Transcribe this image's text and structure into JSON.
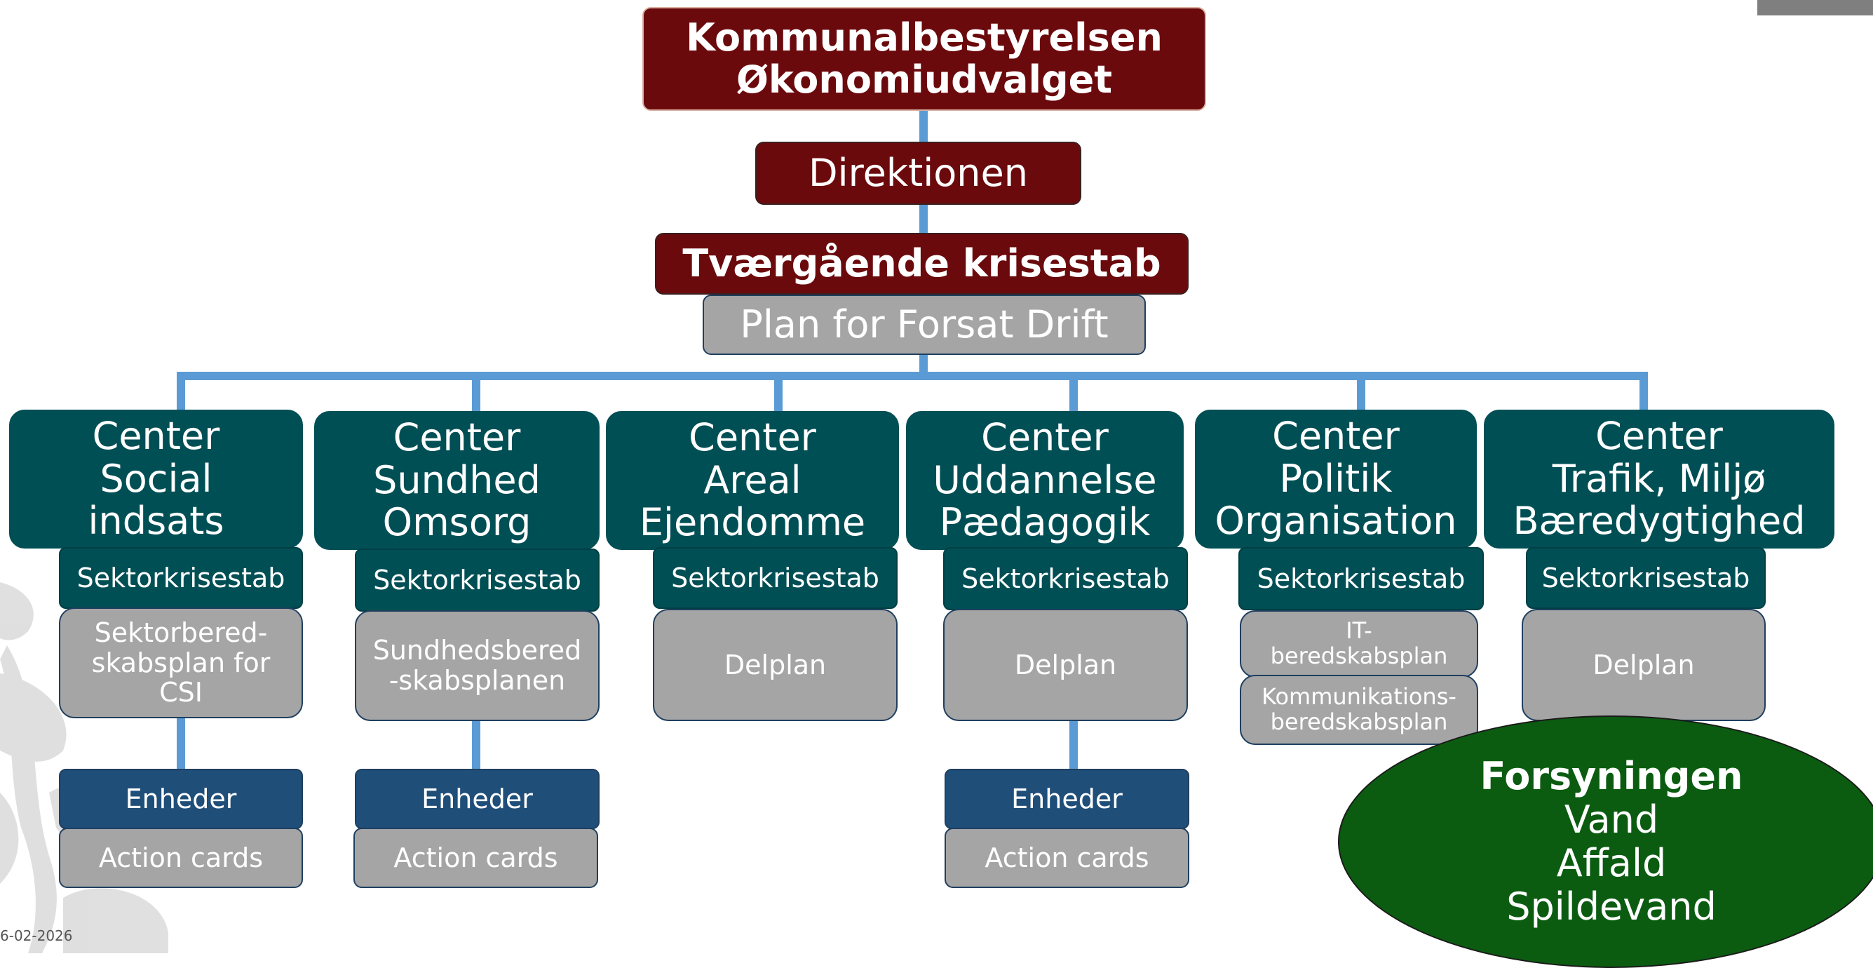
{
  "top": {
    "title": "Kommunalbestyrelsen\nØkonomiudvalget"
  },
  "direktion": {
    "label": "Direktionen"
  },
  "krisestab": {
    "label": "Tværgående krisestab"
  },
  "plan": {
    "label": "Plan for Forsat Drift"
  },
  "centers": [
    {
      "title": "Center\nSocial\nindsats",
      "stab": "Sektorkrisestab",
      "plan": "Sektorbered-\nskabsplan for\nCSI",
      "enheder": "Enheder",
      "action": "Action cards"
    },
    {
      "title": "Center\nSundhed\nOmsorg",
      "stab": "Sektorkrisestab",
      "plan": "Sundhedsbered\n-skabsplanen",
      "enheder": "Enheder",
      "action": "Action cards"
    },
    {
      "title": "Center\nAreal\nEjendomme",
      "stab": "Sektorkrisestab",
      "plan": "Delplan"
    },
    {
      "title": "Center\nUddannelse\nPædagogik",
      "stab": "Sektorkrisestab",
      "plan": "Delplan",
      "enheder": "Enheder",
      "action": "Action cards"
    },
    {
      "title": "Center\nPolitik\nOrganisation",
      "stab": "Sektorkrisestab",
      "plan": "IT-\nberedskabsplan",
      "plan2": "Kommunikations-\nberedskabsplan"
    },
    {
      "title": "Center\nTrafik, Miljø\nBæredygtighed",
      "stab": "Sektorkrisestab",
      "plan": "Delplan"
    }
  ],
  "forsyning": {
    "title": "Forsyningen",
    "lines": [
      "Vand",
      "Affald",
      "Spildevand"
    ]
  },
  "footer": {
    "date": "6-02-2026"
  },
  "colors": {
    "dark_red": "#6b0a0d",
    "teal": "#004f55",
    "grey": "#a5a5a5",
    "navy": "#1f4e79",
    "connector": "#5b9bd5",
    "green": "#0b5c11"
  }
}
